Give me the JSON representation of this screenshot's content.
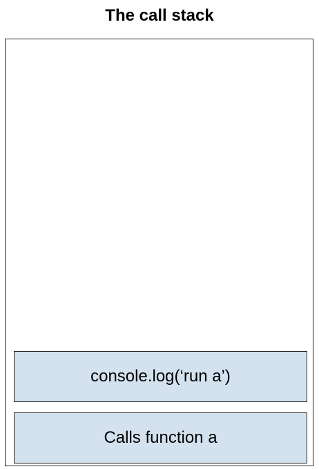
{
  "title": "The call stack",
  "call_stack": {
    "frames": [
      {
        "label": "console.log(‘run a’)"
      },
      {
        "label": "Calls function a"
      }
    ]
  },
  "colors": {
    "frame_fill": "#d4e2ef",
    "border": "#222222",
    "background": "#ffffff"
  }
}
